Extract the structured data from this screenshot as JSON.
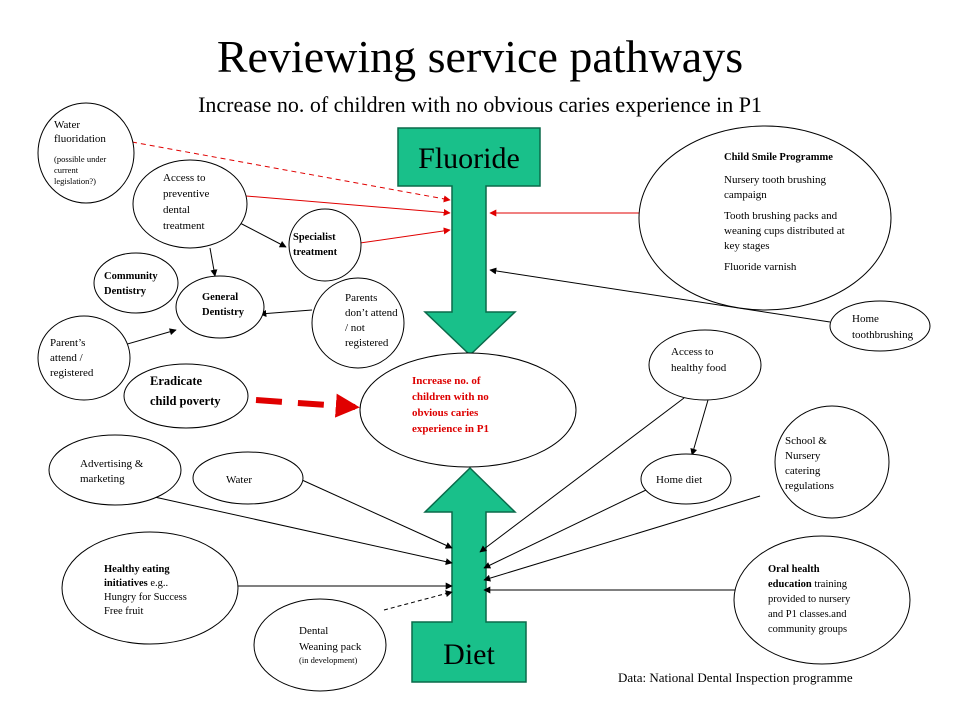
{
  "title": "Reviewing service pathways",
  "subtitle": "Increase no. of children with no obvious caries experience in P1",
  "fluoride_label": "Fluoride",
  "diet_label": "Diet",
  "center": {
    "lines": [
      "Increase no. of",
      "children with no",
      "obvious caries",
      "experience in P1"
    ],
    "color": "#dd0000"
  },
  "nodes": {
    "water_fluoridation": {
      "lines": [
        "Water",
        "fluoridation"
      ],
      "note": [
        "(possible under",
        "current",
        "legislation?)"
      ]
    },
    "access_preventive": {
      "lines": [
        "Access to",
        "preventive",
        "dental",
        "treatment"
      ]
    },
    "specialist": {
      "lines": [
        "Specialist",
        "treatment"
      ]
    },
    "community_dentistry": {
      "lines": [
        "Community",
        "Dentistry"
      ]
    },
    "general_dentistry": {
      "lines": [
        "General",
        "Dentistry"
      ]
    },
    "parents_not_attend": {
      "lines": [
        "Parents",
        "don’t attend",
        "/ not",
        "registered"
      ]
    },
    "parents_attend": {
      "lines": [
        "Parent’s",
        "attend /",
        "registered"
      ]
    },
    "eradicate_poverty": {
      "lines": [
        "Eradicate",
        "child poverty"
      ]
    },
    "child_smile": {
      "heading": "Child Smile Programme",
      "items": [
        [
          "Nursery tooth brushing",
          "campaign"
        ],
        [
          "Tooth brushing packs and",
          "weaning cups distributed at",
          "key stages"
        ],
        [
          "Fluoride varnish"
        ]
      ]
    },
    "home_toothbrushing": {
      "lines": [
        "Home",
        "toothbrushing"
      ]
    },
    "access_healthy_food": {
      "lines": [
        "Access to",
        "healthy food"
      ]
    },
    "school_catering": {
      "lines": [
        "School &",
        "Nursery",
        "catering",
        "regulations"
      ]
    },
    "home_diet": {
      "lines": [
        "Home diet"
      ]
    },
    "advertising": {
      "lines": [
        "Advertising &",
        "marketing"
      ]
    },
    "water": {
      "lines": [
        "Water"
      ]
    },
    "healthy_eating": {
      "lines_bold": [
        "Healthy eating",
        "initiatives"
      ],
      "lines": [
        " e.g..",
        "Hungry for Success",
        "Free fruit"
      ]
    },
    "dental_weaning": {
      "lines": [
        "Dental",
        "Weaning pack"
      ],
      "note": [
        "(in development)"
      ]
    },
    "oral_health": {
      "bold": [
        "Oral health",
        "education"
      ],
      "lines": [
        " training",
        "provided to nursery",
        "and  P1 classes.and",
        "community groups"
      ]
    }
  },
  "credit": "Data: National Dental Inspection programme",
  "colors": {
    "arrow_fill": "#19c08a",
    "arrow_stroke": "#0a6a4a",
    "red": "#e00000",
    "link": "#000000"
  }
}
